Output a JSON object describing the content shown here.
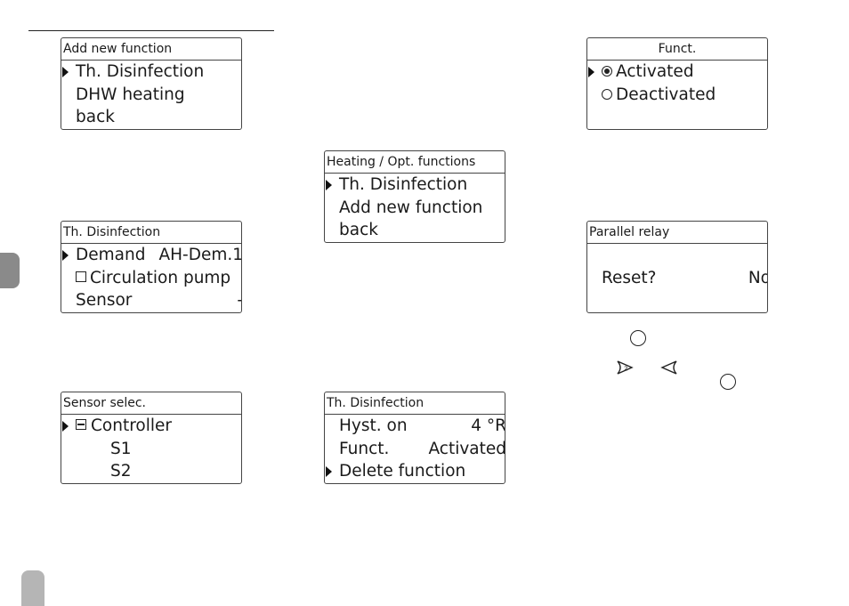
{
  "screens": {
    "add_new_function": {
      "title": "Add new function",
      "items": [
        "Th. Disinfection",
        "DHW heating",
        "back"
      ]
    },
    "th_disinfection_1": {
      "title": "Th. Disinfection",
      "items": [
        {
          "label": "Demand",
          "value": "AH-Dem.1"
        },
        {
          "label": "Circulation pump",
          "value": ""
        },
        {
          "label": "Sensor",
          "value": "-"
        }
      ]
    },
    "sensor_selec": {
      "title": "Sensor selec.",
      "items": [
        "Controller",
        "S1",
        "S2"
      ]
    },
    "heating_opt": {
      "title": "Heating / Opt. functions",
      "items": [
        "Th. Disinfection",
        "Add new function",
        "back"
      ]
    },
    "th_disinfection_2": {
      "title": "Th. Disinfection",
      "items": [
        {
          "label": "Hyst. on",
          "value": "4 °R"
        },
        {
          "label": "Funct.",
          "value": "Activated"
        },
        {
          "label": "Delete function",
          "value": ""
        }
      ]
    },
    "funct": {
      "title": "Funct.",
      "items": [
        "Activated",
        "Deactivated"
      ]
    },
    "parallel_relay": {
      "title": "Parallel relay",
      "label": "Reset?",
      "value": "No"
    }
  },
  "icons": {
    "ok_button": "circle-icon",
    "plus_button": "right-arrow-icon",
    "minus_button": "left-arrow-icon"
  },
  "colors": {
    "tab": "#8a8a8a",
    "page_tab": "#b5b5b5"
  }
}
